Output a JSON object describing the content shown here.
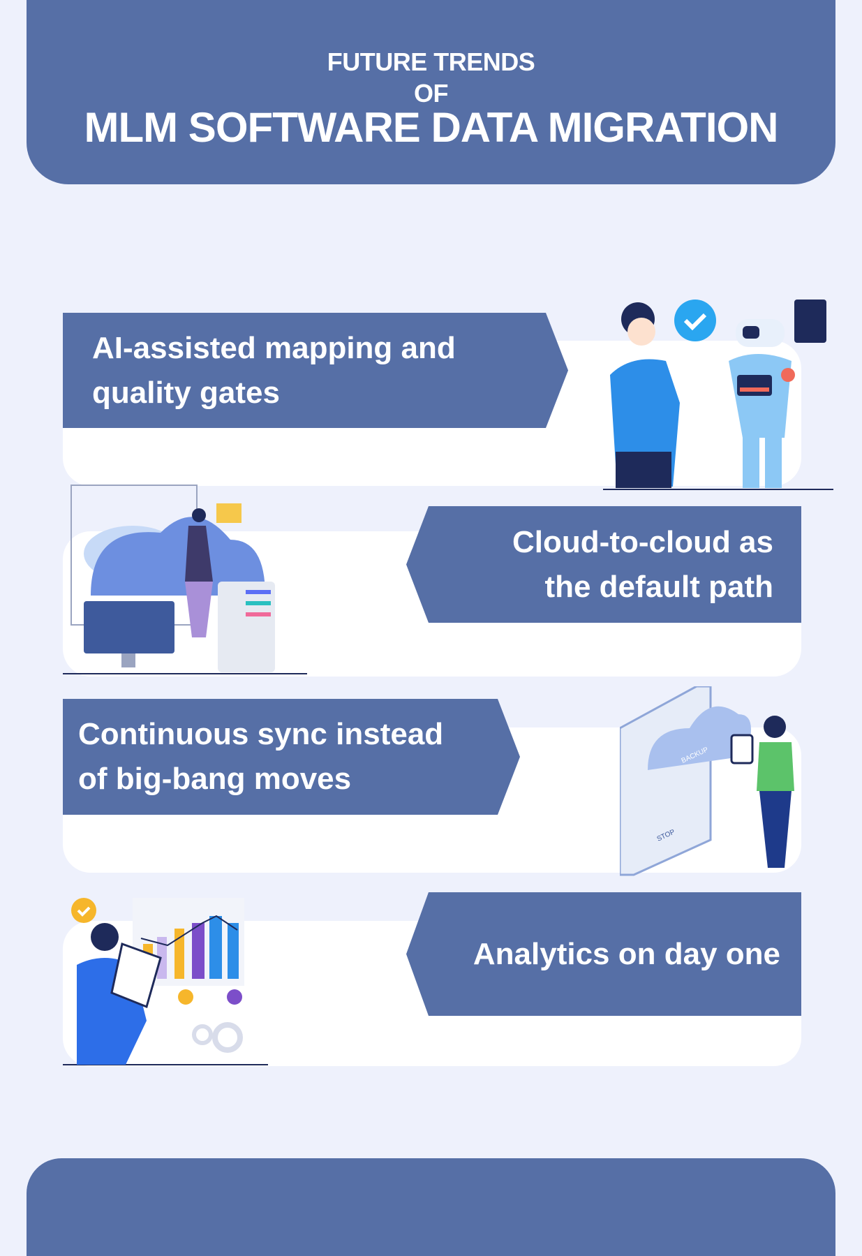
{
  "header": {
    "line1": "FUTURE TRENDS",
    "line2": "OF",
    "title": "MLM SOFTWARE DATA MIGRATION"
  },
  "trends": [
    {
      "label": "AI-assisted mapping and\nquality gates",
      "illustration": "person-shaking-hands-with-robot"
    },
    {
      "label": "Cloud-to-cloud as\nthe default path",
      "illustration": "woman-with-cloud-server"
    },
    {
      "label": "Continuous sync instead\nof big-bang moves",
      "illustration": "man-with-cloud-backup-device",
      "illustration_text": [
        "BACKUP",
        "STOP"
      ]
    },
    {
      "label": "Analytics on day one",
      "illustration": "man-with-analytics-charts"
    }
  ],
  "colors": {
    "background": "#eef1fc",
    "accent": "#566fa6",
    "card": "#ffffff"
  }
}
